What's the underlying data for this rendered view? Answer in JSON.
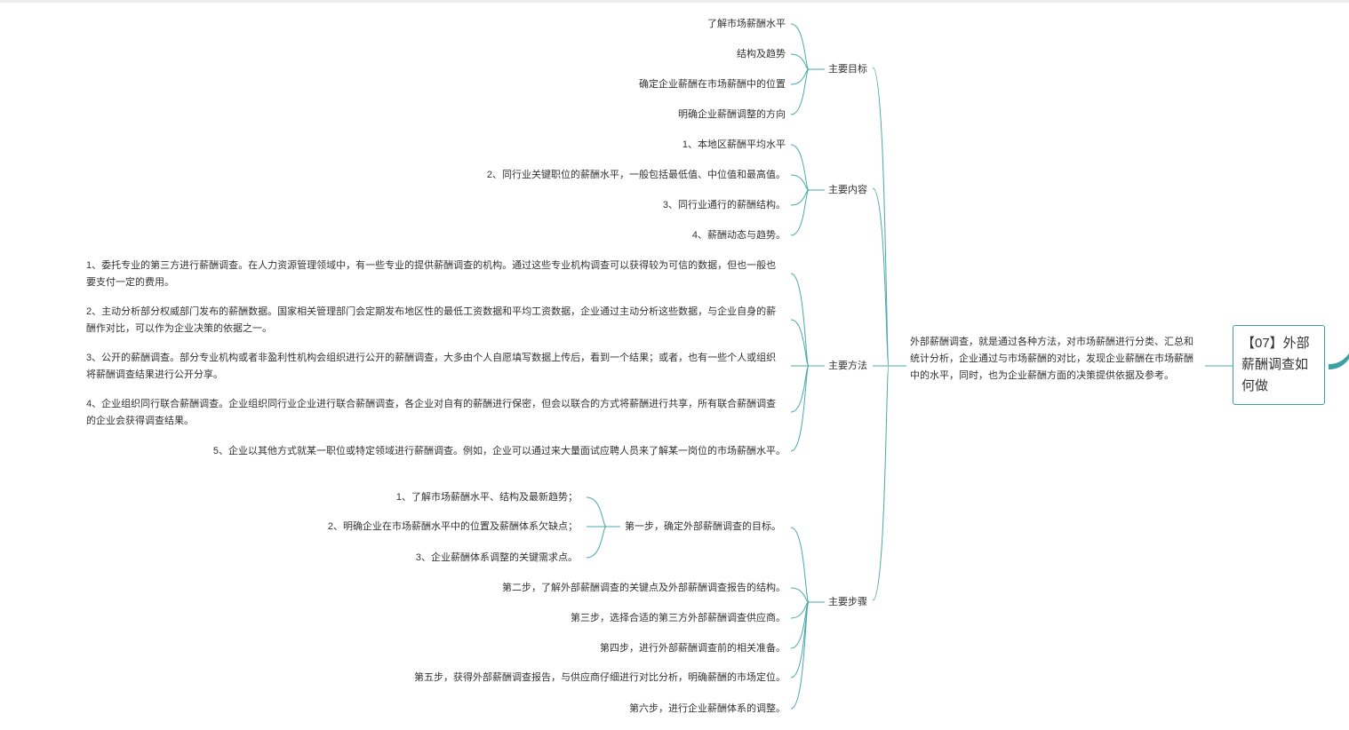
{
  "root": {
    "title": "【07】外部薪酬调查如何做"
  },
  "summary": "外部薪酬调查，就是通过各种方法，对市场薪酬进行分类、汇总和统计分析，企业通过与市场薪酬的对比，发现企业薪酬在市场薪酬中的水平，同时，也为企业薪酬方面的决策提供依据及参考。",
  "branches": {
    "goals": {
      "label": "主要目标",
      "items": [
        "了解市场薪酬水平",
        "结构及趋势",
        "确定企业薪酬在市场薪酬中的位置",
        "明确企业薪酬调整的方向"
      ]
    },
    "content": {
      "label": "主要内容",
      "items": [
        "1、本地区薪酬平均水平",
        "2、同行业关键职位的薪酬水平，一般包括最低值、中位值和最高值。",
        "3、同行业通行的薪酬结构。",
        "4、薪酬动态与趋势。"
      ]
    },
    "methods": {
      "label": "主要方法",
      "items": [
        "1、委托专业的第三方进行薪酬调查。在人力资源管理领域中，有一些专业的提供薪酬调查的机构。通过这些专业机构调查可以获得较为可信的数据，但也一般也要支付一定的费用。",
        "2、主动分析部分权威部门发布的薪酬数据。国家相关管理部门会定期发布地区性的最低工资数据和平均工资数据，企业通过主动分析这些数据，与企业自身的薪酬作对比，可以作为企业决策的依据之一。",
        "3、公开的薪酬调查。部分专业机构或者非盈利性机构会组织进行公开的薪酬调查，大多由个人自愿填写数据上传后，看到一个结果；或者，也有一些个人或组织将薪酬调查结果进行公开分享。",
        "4、企业组织同行联合薪酬调查。企业组织同行业企业进行联合薪酬调查，各企业对自有的薪酬进行保密，但会以联合的方式将薪酬进行共享，所有联合薪酬调查的企业会获得调查结果。",
        "5、企业以其他方式就某一职位或特定领域进行薪酬调查。例如，企业可以通过来大量面试应聘人员来了解某一岗位的市场薪酬水平。"
      ]
    },
    "steps": {
      "label": "主要步骤",
      "step1": {
        "label": "第一步，确定外部薪酬调查的目标。",
        "items": [
          "1、了解市场薪酬水平、结构及最新趋势；",
          "2、明确企业在市场薪酬水平中的位置及薪酬体系欠缺点；",
          "3、企业薪酬体系调整的关键需求点。"
        ]
      },
      "items": [
        "第二步，了解外部薪酬调查的关键点及外部薪酬调查报告的结构。",
        "第三步，选择合适的第三方外部薪酬调查供应商。",
        "第四步，进行外部薪酬调查前的相关准备。",
        "第五步，获得外部薪酬调查报告，与供应商仔细进行对比分析，明确薪酬的市场定位。",
        "第六步，进行企业薪酬体系的调整。"
      ]
    }
  },
  "colors": {
    "line": "#4aa8aa",
    "root_border": "#3aa0a4",
    "text": "#333333"
  }
}
